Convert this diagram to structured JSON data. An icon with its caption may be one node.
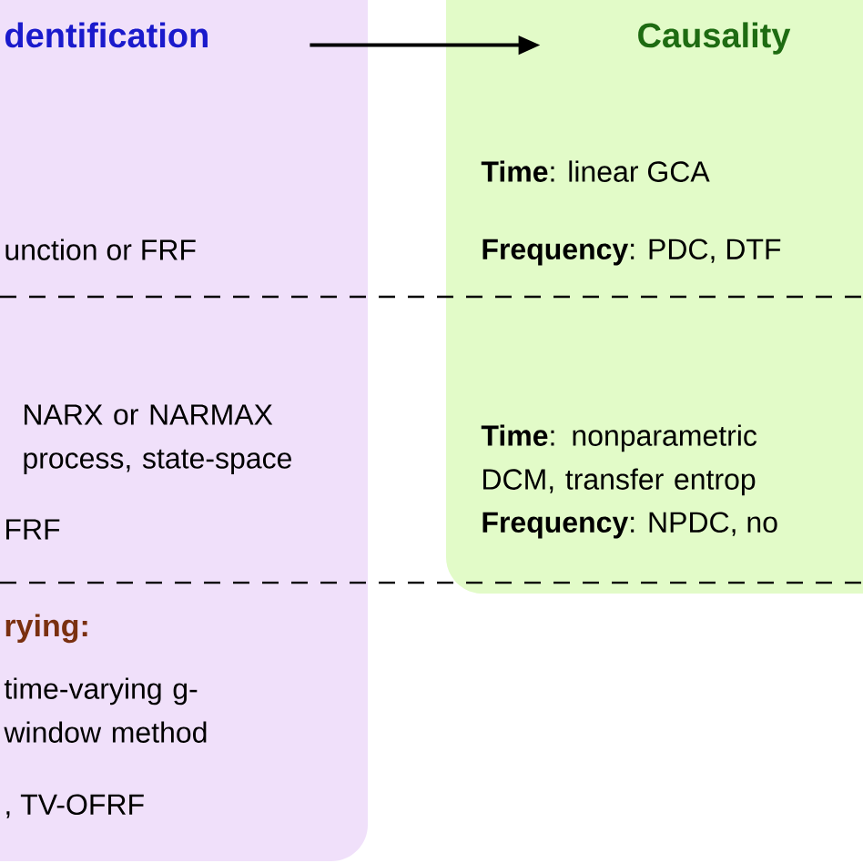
{
  "diagram": {
    "nodes": [
      {
        "text": [
          "dentification",
          "unction or FRF",
          "NARX or NARMAX process, state-space",
          "FRF",
          "**rying**:",
          "time-varying g-window method",
          ", TV-OFRF"
        ]
      },
      {
        "text": [
          "Causality",
          "**Time**: linear GCA",
          "**Frequency**: PDC, DTF",
          "**Time**: nonparametric DCM, transfer entrop",
          "**Frequency**: NPDC, no"
        ]
      }
    ],
    "edges": [
      {
        "from": 0,
        "to": 1,
        "arrow": "to"
      }
    ]
  }
}
